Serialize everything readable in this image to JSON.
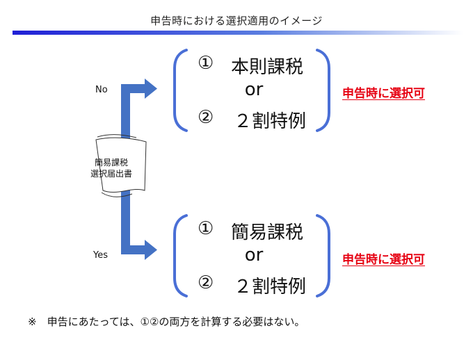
{
  "title": "申告時における選択適用のイメージ",
  "colors": {
    "arrow": "#4472c4",
    "title_rule_start": "#1f1fd6",
    "bracket": "#4a6fd6",
    "result": "#e60012"
  },
  "branch_no": {
    "label": "No",
    "option1_num": "①",
    "option1_text": "本則課税",
    "or_text": "or",
    "option2_num": "②",
    "option2_text": "２割特例",
    "result": "申告時に選択可"
  },
  "branch_yes": {
    "label": "Yes",
    "option1_num": "①",
    "option1_text": "簡易課税",
    "or_text": "or",
    "option2_num": "②",
    "option2_text": "２割特例",
    "result": "申告時に選択可"
  },
  "document": {
    "line1": "簡易課税",
    "line2": "選択届出書"
  },
  "note": "※　申告にあたっては、①②の両方を計算する必要はない。"
}
